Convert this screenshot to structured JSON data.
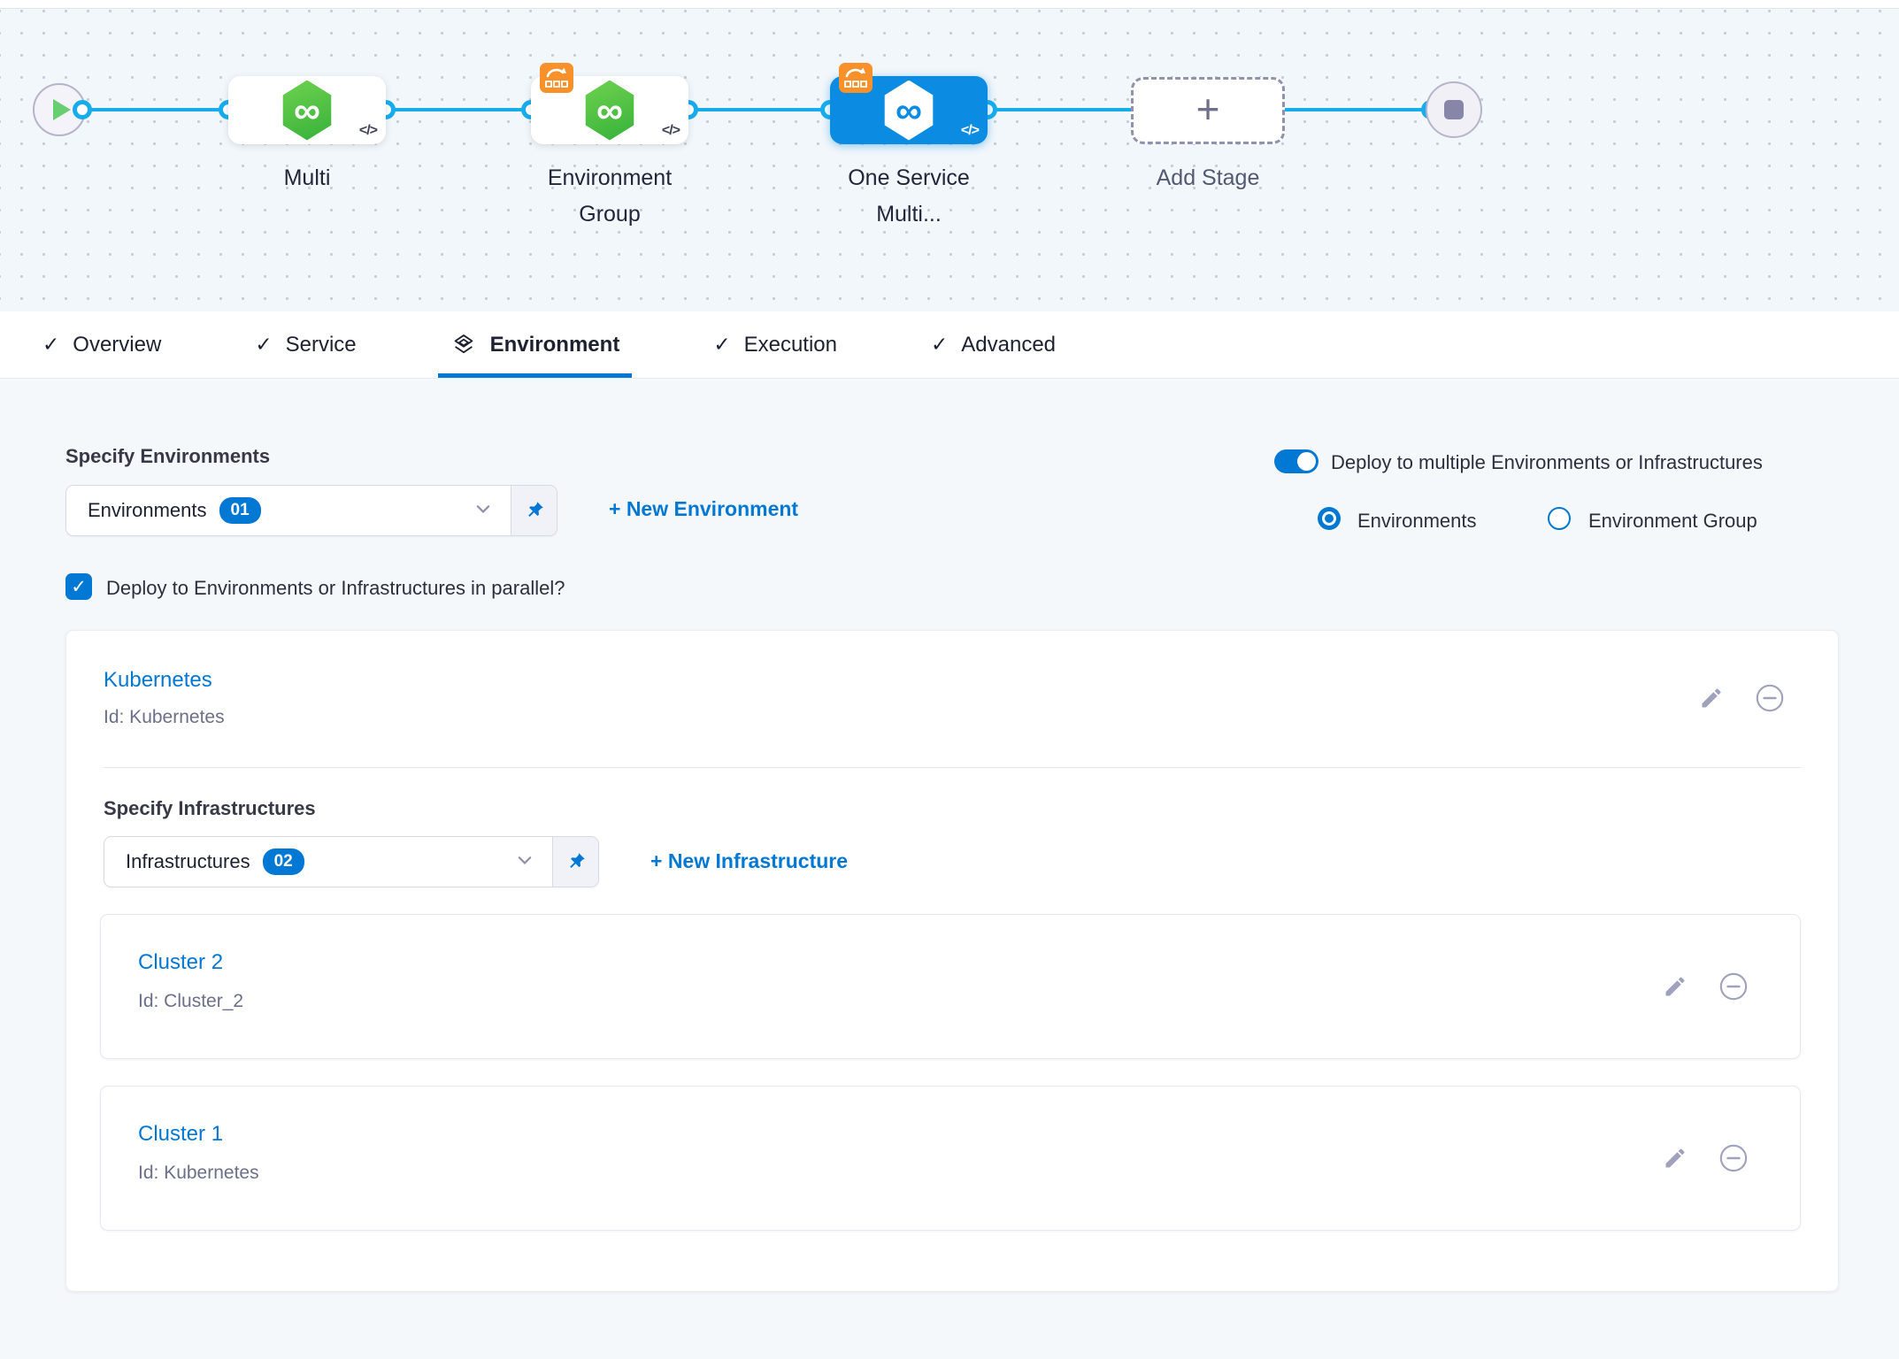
{
  "colors": {
    "accent_blue": "#0278d5",
    "connector_blue": "#17adec",
    "selected_node_blue": "#0b8ce2",
    "node_green": "#35b13a",
    "badge_orange": "#f9912b",
    "icon_gray": "#a0a2bd",
    "canvas_bg": "#f2f7fb",
    "content_bg": "#f5f8fb"
  },
  "icons": {
    "check_glyph": "✓",
    "plus_glyph": "+",
    "code_glyph": "</>",
    "infinity_glyph": "∞"
  },
  "pipeline": {
    "nodes": [
      {
        "id": "start",
        "type": "play"
      },
      {
        "id": "multi",
        "type": "stage",
        "label": "Multi"
      },
      {
        "id": "environment-group",
        "type": "stage",
        "label": "Environment Group"
      },
      {
        "id": "one-service-multi",
        "type": "stage-selected",
        "label": "One Service Multi..."
      },
      {
        "id": "add-stage",
        "type": "add",
        "label": "Add Stage"
      },
      {
        "id": "end",
        "type": "stop"
      }
    ]
  },
  "tabs": [
    {
      "label": "Overview",
      "icon": "check",
      "active": false
    },
    {
      "label": "Service",
      "icon": "check",
      "active": false
    },
    {
      "label": "Environment",
      "icon": "diamond-layers",
      "active": true
    },
    {
      "label": "Execution",
      "icon": "check",
      "active": false
    },
    {
      "label": "Advanced",
      "icon": "check",
      "active": false
    }
  ],
  "environment_tab": {
    "specify_environments_label": "Specify Environments",
    "environments_select": {
      "value": "Environments",
      "count_badge": "01"
    },
    "new_environment_link": "+ New Environment",
    "deploy_multiple_toggle": {
      "label": "Deploy to multiple Environments or Infrastructures",
      "on": true
    },
    "radios": {
      "environments_label": "Environments",
      "environment_group_label": "Environment Group",
      "selected": "Environments"
    },
    "parallel_checkbox_label": "Deploy to Environments or Infrastructures in parallel?",
    "environment_card": {
      "title": "Kubernetes",
      "id_text": "Id: Kubernetes",
      "specify_infrastructures_label": "Specify Infrastructures",
      "infrastructures_select": {
        "value": "Infrastructures",
        "count_badge": "02"
      },
      "new_infrastructure_link": "+ New Infrastructure",
      "infrastructures": [
        {
          "title": "Cluster 2",
          "id_text": "Id: Cluster_2"
        },
        {
          "title": "Cluster 1",
          "id_text": "Id: Kubernetes"
        }
      ]
    }
  }
}
